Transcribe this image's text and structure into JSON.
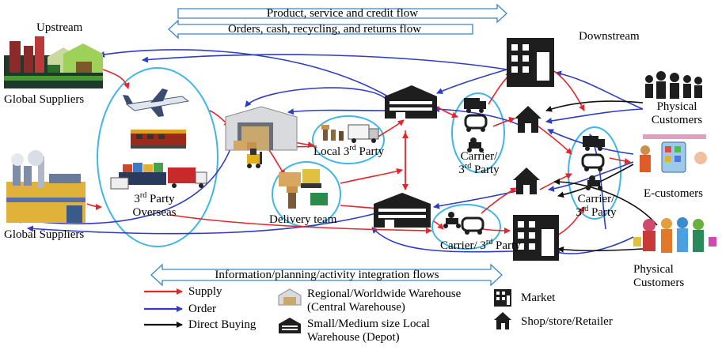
{
  "colors": {
    "supply": "#e3262b",
    "order": "#2f3cc4",
    "direct": "#111111",
    "ellipse": "#3fb6e6",
    "banner_stroke": "#3a86c8"
  },
  "flows": {
    "top1": "Product, service and credit flow",
    "top2": "Orders, cash, recycling, and returns flow",
    "bottom": "Information/planning/activity integration flows"
  },
  "regions": {
    "upstream": "Upstream",
    "downstream": "Downstream"
  },
  "nodes": {
    "global_suppliers_1": "Global Suppliers",
    "global_suppliers_2": "Global Suppliers",
    "third_party_overseas_line1_pre": "3",
    "third_party_overseas_line1_sup": "rd",
    "third_party_overseas_line1_post": " Party",
    "third_party_overseas_line2": "Overseas",
    "local_3rd_party_pre": "Local 3",
    "local_3rd_party_sup": "rd",
    "local_3rd_party_post": " Party",
    "delivery_team": "Delivery team",
    "carrier_a_line1": "Carrier/",
    "carrier_a_line2_pre": "3",
    "carrier_a_line2_sup": "rd",
    "carrier_a_line2_post": " Party",
    "carrier_b_pre": "Carrier/ 3",
    "carrier_b_sup": "rd",
    "carrier_b_post": " Party",
    "carrier_c_line1": "Carrier/",
    "carrier_c_line2_pre": "3",
    "carrier_c_line2_sup": "rd",
    "carrier_c_line2_post": " Party",
    "physical_customers_1_line1": "Physical",
    "physical_customers_1_line2": "Customers",
    "e_customers": "E-customers",
    "physical_customers_2_line1": "Physical",
    "physical_customers_2_line2": "Customers"
  },
  "legend": {
    "supply": "Supply",
    "order": "Order",
    "direct": "Direct Buying",
    "regional_line1": "Regional/Worldwide Warehouse",
    "regional_line2": "(Central Warehouse)",
    "local_line1": "Small/Medium size Local",
    "local_line2": "Warehouse (Depot)",
    "market": "Market",
    "shop": "Shop/store/Retailer"
  }
}
